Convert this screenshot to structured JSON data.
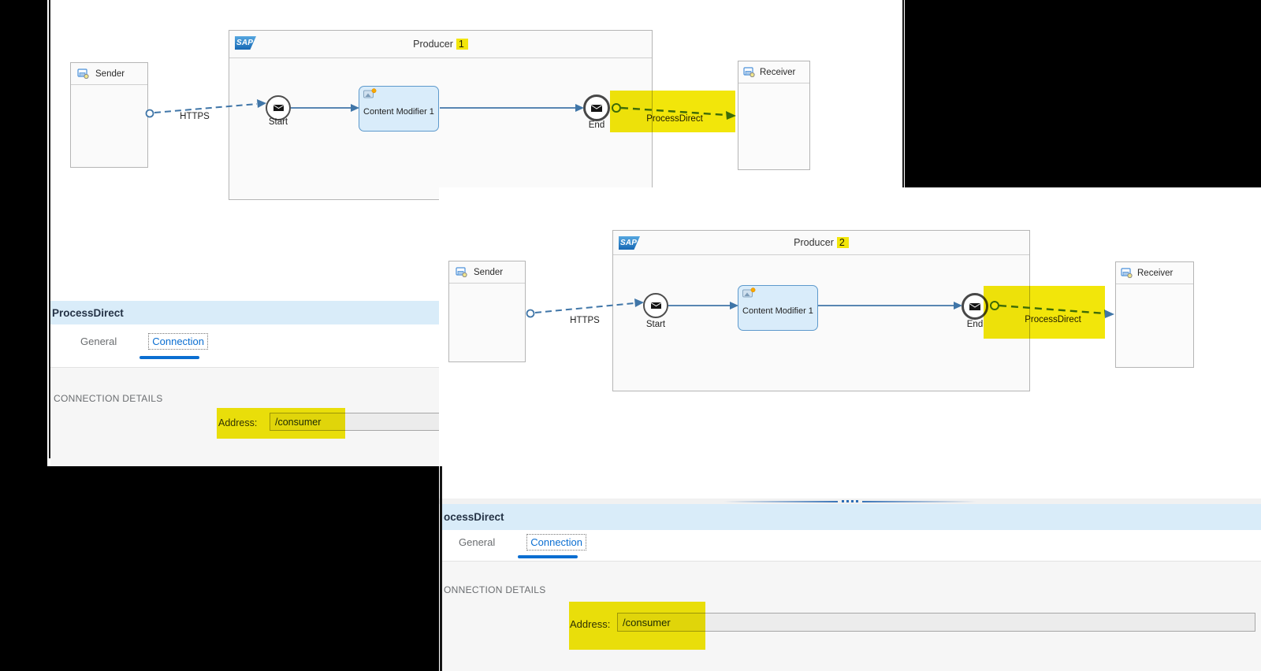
{
  "colors": {
    "canvas_black": "#000000",
    "marker_yellow": "#F2E60A",
    "header_band_blue": "#D9ECF9",
    "tab_active_blue": "#0A6ED1",
    "flow_line_blue": "#4076A8",
    "step_fill_blue": "#D9ECFA"
  },
  "flow1": {
    "sap_logo": "SAP",
    "producer_prefix": "Producer",
    "producer_number": "1",
    "sender_label": "Sender",
    "receiver_label": "Receiver",
    "start_label": "Start",
    "end_label": "End",
    "content_modifier_label": "Content Modifier 1",
    "https_label": "HTTPS",
    "processdirect_label": "ProcessDirect"
  },
  "flow2": {
    "sap_logo": "SAP",
    "producer_prefix": "Producer",
    "producer_number": "2",
    "sender_label": "Sender",
    "receiver_label": "Receiver",
    "start_label": "Start",
    "end_label": "End",
    "content_modifier_label": "Content Modifier 1",
    "https_label": "HTTPS",
    "processdirect_label": "ProcessDirect"
  },
  "panel1": {
    "title": "ProcessDirect",
    "tab_general": "General",
    "tab_connection": "Connection",
    "section_header": "CONNECTION DETAILS",
    "address_label": "Address:",
    "address_value": "/consumer"
  },
  "panel2": {
    "title": "ocessDirect",
    "tab_general": "General",
    "tab_connection": "Connection",
    "section_header": "ONNECTION DETAILS",
    "address_label": "Address:",
    "address_value": "/consumer"
  }
}
